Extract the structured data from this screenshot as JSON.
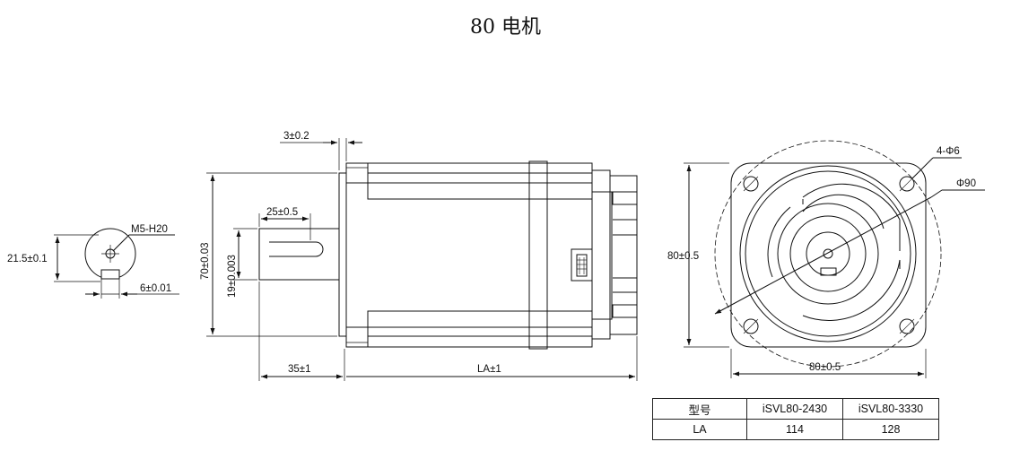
{
  "title": "80 电机",
  "labels": {
    "shaft_end_thread": "M5-H20",
    "shaft_height": "21.5±0.1",
    "key_width": "6±0.01",
    "flange_thickness": "3±0.2",
    "keyway_length": "25±0.5",
    "spigot_diameter": "70±0.03",
    "shaft_diameter": "19±0.003",
    "shaft_length": "35±1",
    "body_length": "LA±1",
    "mounting_holes": "4-Φ6",
    "pitch_circle": "Φ90",
    "flange_height": "80±0.5",
    "flange_width": "80±0.5"
  },
  "table": {
    "headers": [
      "型号",
      "iSVL80-2430",
      "iSVL80-3330"
    ],
    "rows": [
      [
        "LA",
        "114",
        "128"
      ]
    ]
  }
}
